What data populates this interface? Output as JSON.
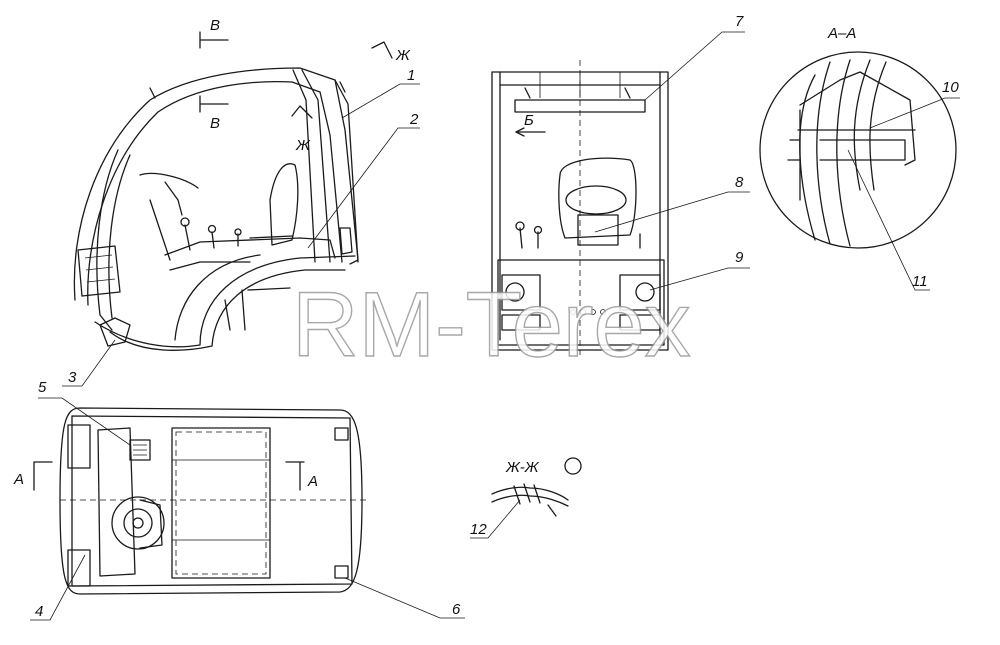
{
  "callouts": [
    {
      "id": "1",
      "label": "1"
    },
    {
      "id": "2",
      "label": "2"
    },
    {
      "id": "3",
      "label": "3"
    },
    {
      "id": "4",
      "label": "4"
    },
    {
      "id": "5",
      "label": "5"
    },
    {
      "id": "6",
      "label": "6"
    },
    {
      "id": "7",
      "label": "7"
    },
    {
      "id": "8",
      "label": "8"
    },
    {
      "id": "9",
      "label": "9"
    },
    {
      "id": "10",
      "label": "10"
    },
    {
      "id": "11",
      "label": "11"
    },
    {
      "id": "12",
      "label": "12"
    }
  ],
  "section_marks": {
    "a": "A",
    "b": "Б",
    "v": "В",
    "zh": "Ж"
  },
  "section_titles": {
    "aa": "А–А",
    "zhzh": "Ж-Ж"
  },
  "watermark": "RM-Terex"
}
